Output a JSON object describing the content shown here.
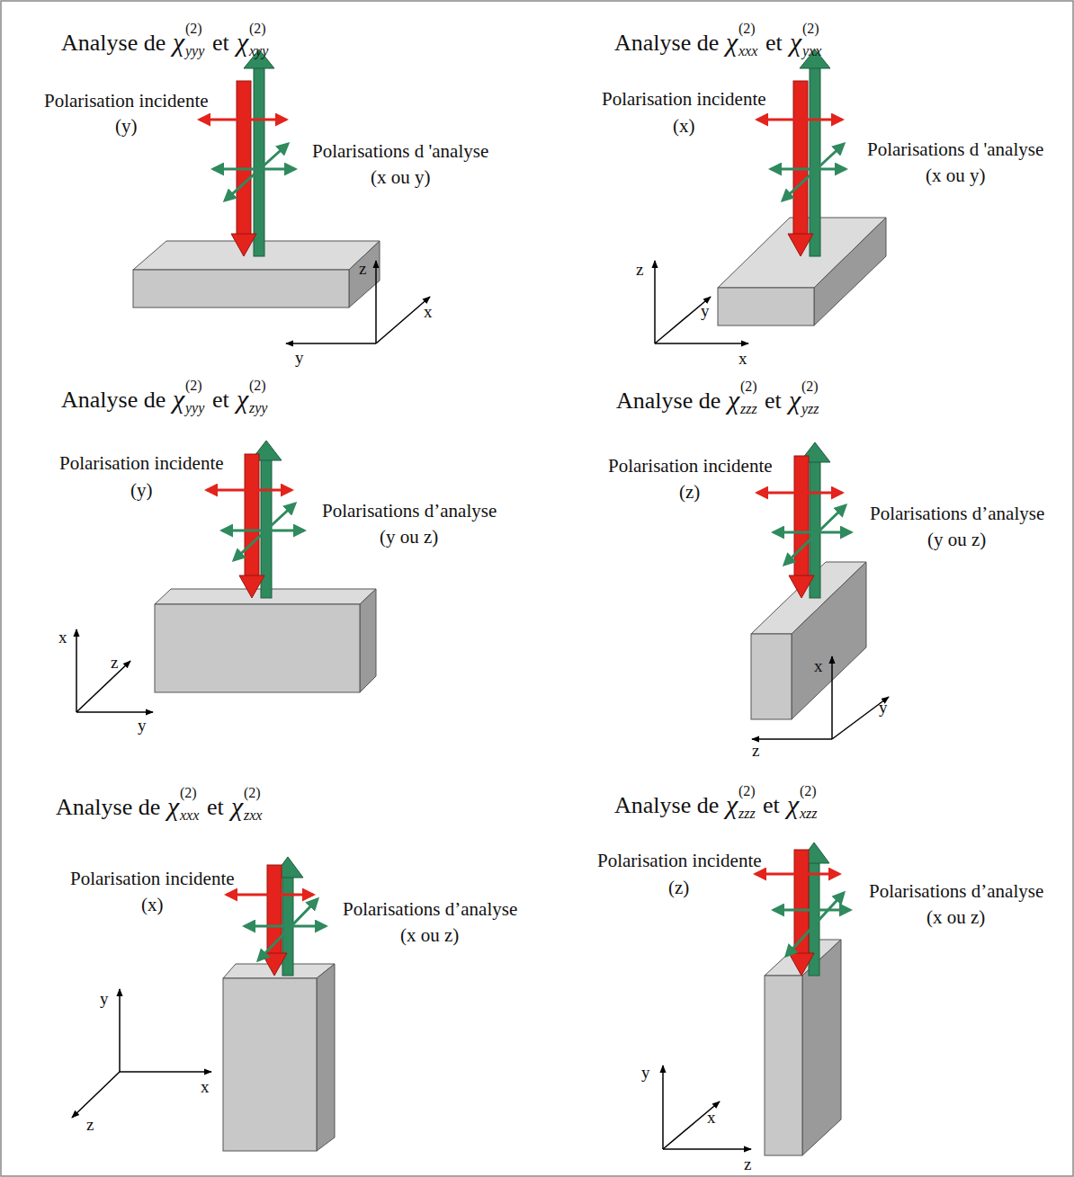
{
  "diagram": {
    "labels": [
      "Analyse de",
      "χ",
      "(2)",
      "yyy",
      "et",
      "χ",
      "(2)",
      "xyy",
      "Polarisation incidente",
      "(y)",
      "Polarisations d 'analyse",
      "(x ou y)",
      "z",
      "x",
      "y",
      "Analyse de",
      "χ",
      "(2)",
      "xxx",
      "et",
      "χ",
      "(2)",
      "yxx",
      "Polarisation incidente",
      "(x)",
      "Polarisations d 'analyse",
      "(x ou y)",
      "z",
      "y",
      "x",
      "Analyse de",
      "χ",
      "(2)",
      "yyy",
      "et",
      "χ",
      "(2)",
      "zyy",
      "Polarisation incidente",
      "(y)",
      "Polarisations d’analyse",
      "(y ou z)",
      "x",
      "z",
      "y",
      "Analyse de",
      "χ",
      "(2)",
      "zzz",
      "et",
      "χ",
      "(2)",
      "yzz",
      "Polarisation incidente",
      "(z)",
      "Polarisations d’analyse",
      "(y ou z)",
      "x",
      "y",
      "z",
      "Analyse de",
      "χ",
      "(2)",
      "xxx",
      "et",
      "χ",
      "(2)",
      "zxx",
      "Polarisation incidente",
      "(x)",
      "Polarisations d’analyse",
      "(x ou z)",
      "y",
      "x",
      "z",
      "Analyse de",
      "χ",
      "(2)",
      "zzz",
      "et",
      "χ",
      "(2)",
      "xzz",
      "Polarisation incidente",
      "(z)",
      "Polarisations d’analyse",
      "(x ou z)",
      "y",
      "x",
      "z"
    ]
  }
}
